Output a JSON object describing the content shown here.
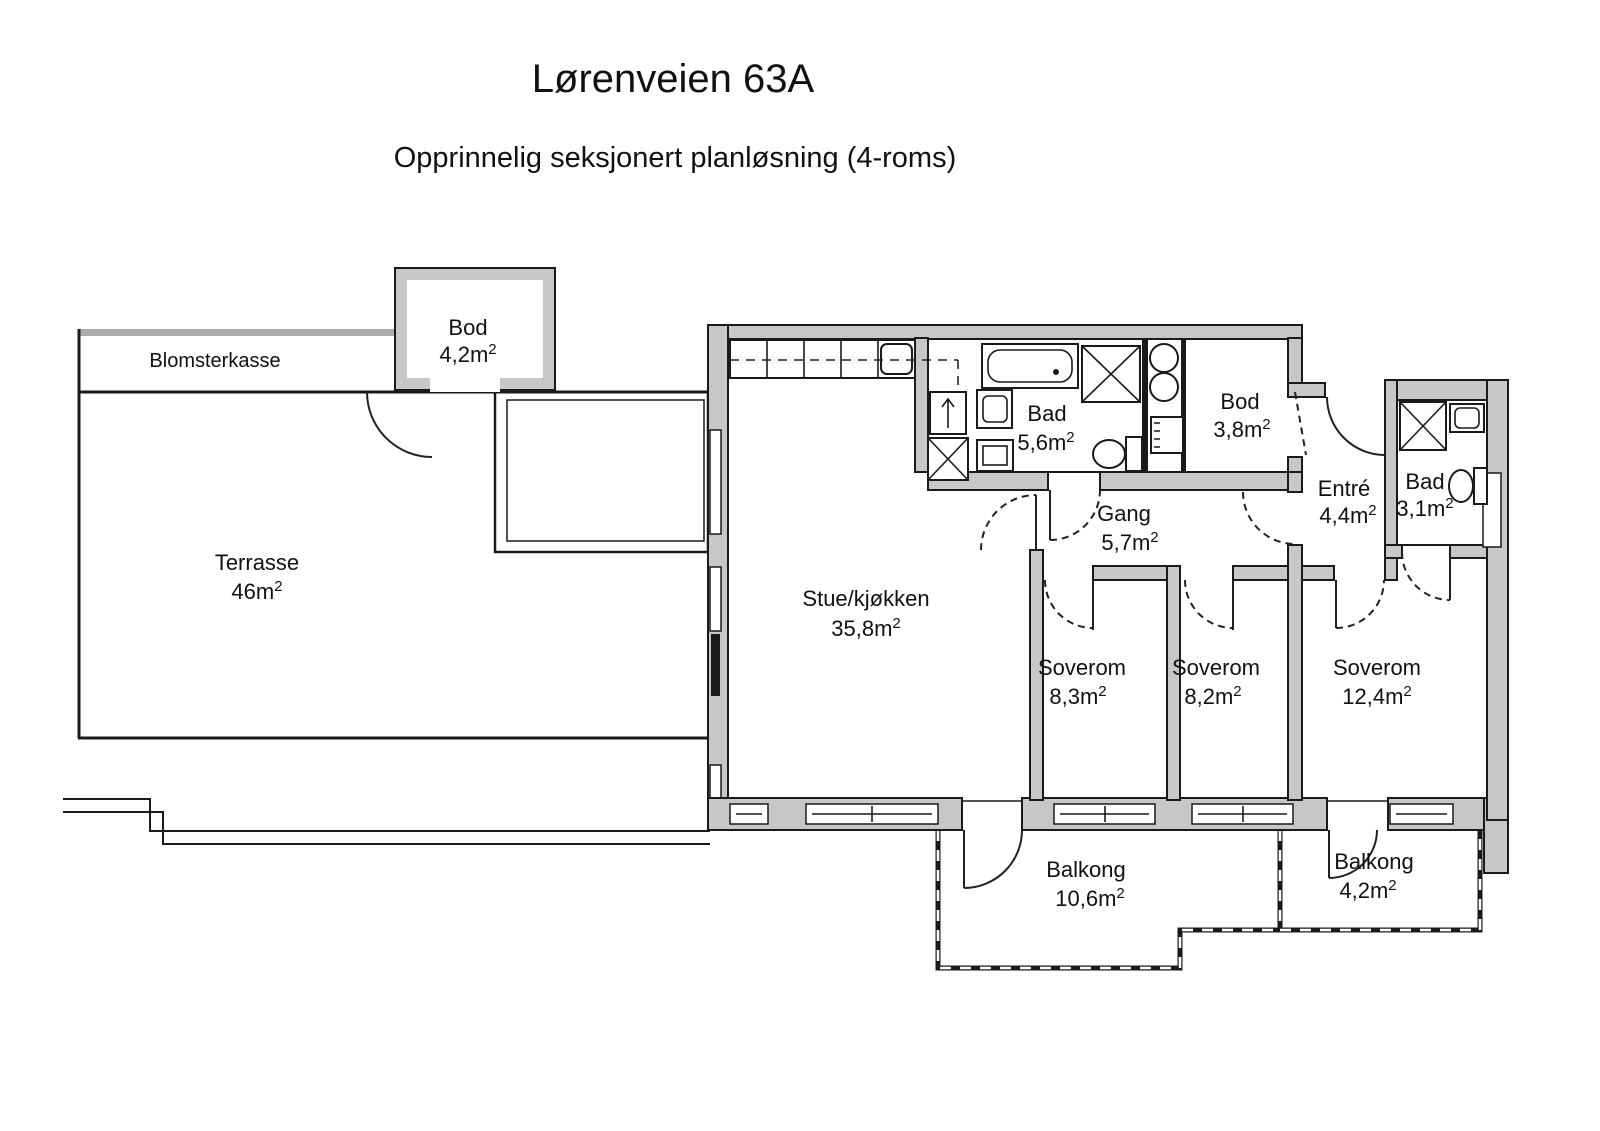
{
  "title": "Lørenveien 63A",
  "subtitle": "Opprinnelig seksjonert planløsning (4-roms)",
  "sup": "2",
  "rooms": {
    "blomsterkasse": {
      "name": "Blomsterkasse"
    },
    "bod_terrasse": {
      "name": "Bod",
      "area": "4,2m"
    },
    "terrasse": {
      "name": "Terrasse",
      "area": "46m"
    },
    "stue": {
      "name": "Stue/kjøkken",
      "area": "35,8m"
    },
    "bad_stor": {
      "name": "Bad",
      "area": "5,6m"
    },
    "bod": {
      "name": "Bod",
      "area": "3,8m"
    },
    "gang": {
      "name": "Gang",
      "area": "5,7m"
    },
    "entre": {
      "name": "Entré",
      "area": "4,4m"
    },
    "bad_liten": {
      "name": "Bad",
      "area": "3,1m"
    },
    "soverom1": {
      "name": "Soverom",
      "area": "8,3m"
    },
    "soverom2": {
      "name": "Soverom",
      "area": "8,2m"
    },
    "soverom3": {
      "name": "Soverom",
      "area": "12,4m"
    },
    "balkong_stor": {
      "name": "Balkong",
      "area": "10,6m"
    },
    "balkong_liten": {
      "name": "Balkong",
      "area": "4,2m"
    }
  },
  "colors": {
    "wall_fill": "#c7c7c7",
    "line": "#1a1a1a",
    "tile_bg": "#f3f3f3",
    "tile_grid": "#9a9a9a",
    "text": "#111111"
  }
}
